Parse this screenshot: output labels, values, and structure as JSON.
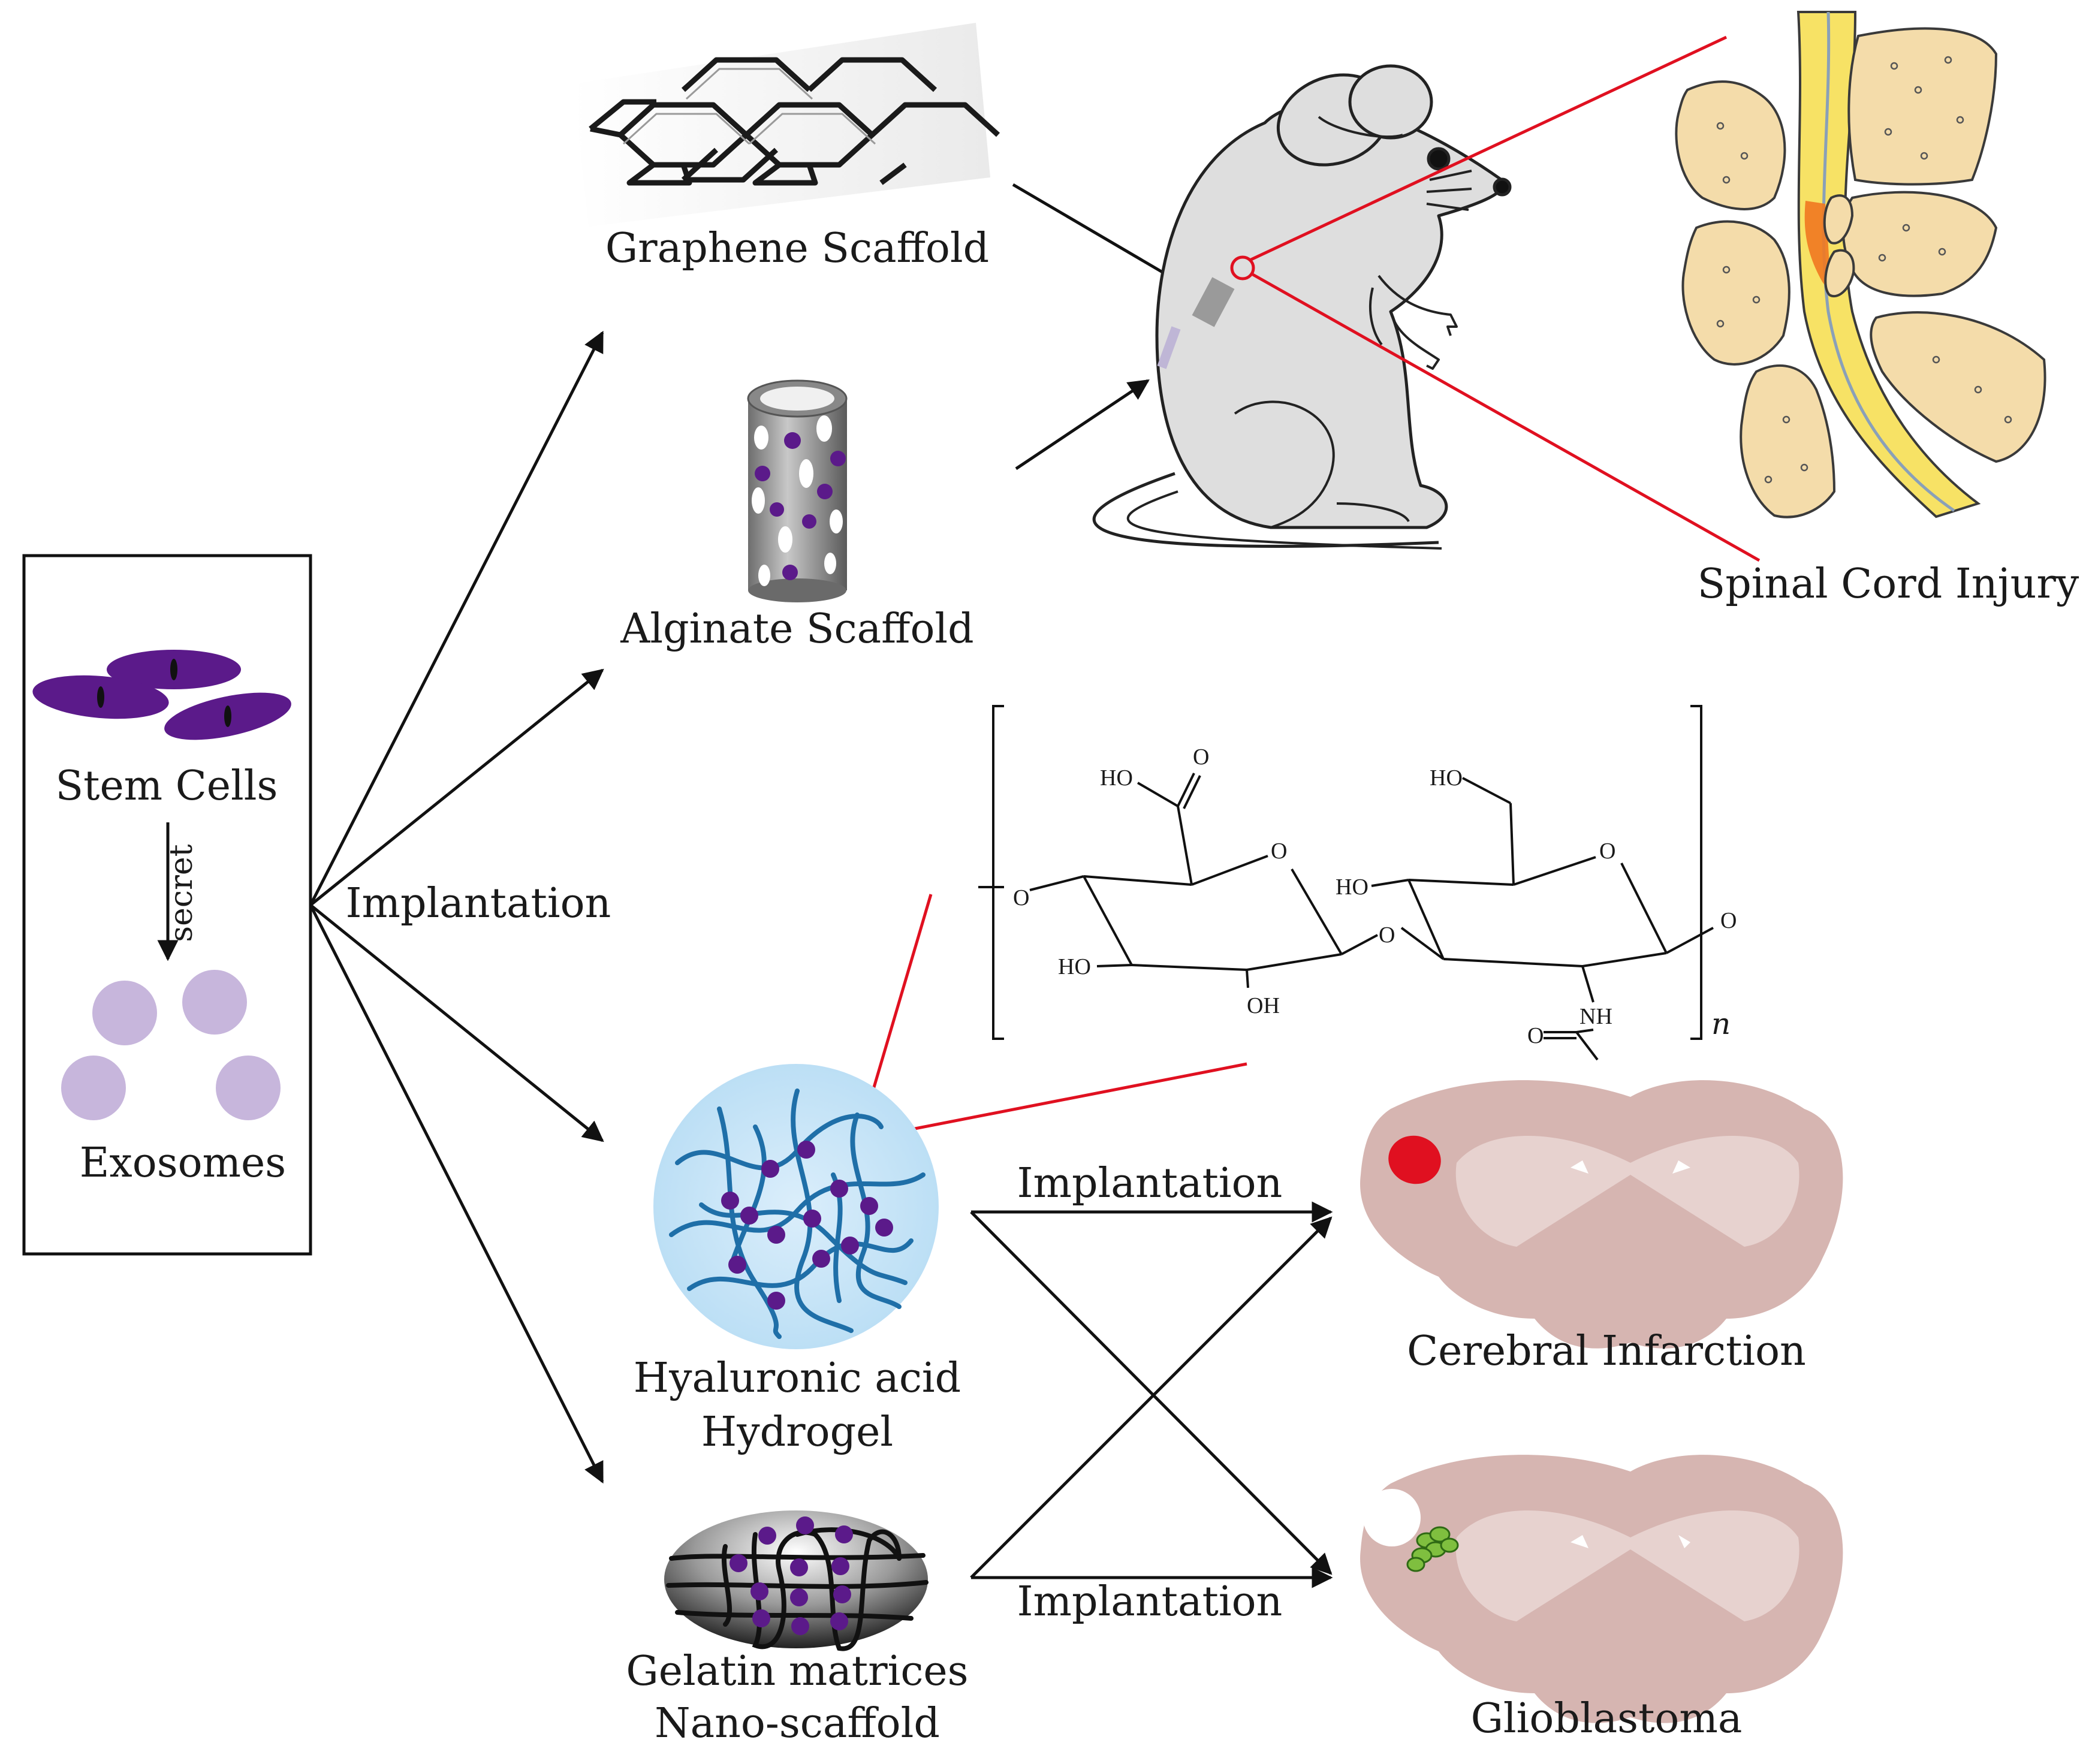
{
  "labels": {
    "stem_cells": "Stem Cells",
    "secret": "secret",
    "exosomes": "Exosomes",
    "implantation_main": "Implantation",
    "graphene": "Graphene Scaffold",
    "alginate": "Alginate Scaffold",
    "hyaluronic_line1": "Hyaluronic acid",
    "hyaluronic_line2": "Hydrogel",
    "gelatin_line1": "Gelatin matrices",
    "gelatin_line2": "Nano-scaffold",
    "spinal": "Spinal Cord Injury",
    "cerebral": "Cerebral Infarction",
    "glioblastoma": "Glioblastoma",
    "implantation_top": "Implantation",
    "implantation_bottom": "Implantation"
  },
  "chem": {
    "ho_acid": "HO",
    "o_acid": "O",
    "o_ring1": "O",
    "o_link_left": "O",
    "ho_c2": "HO",
    "oh_c3": "OH",
    "o_glyco": "O",
    "ho_ch2": "HO",
    "o_ring2": "O",
    "ho_c4": "HO",
    "o_right": "O",
    "nh": "NH",
    "o_amide": "O",
    "n": "n"
  },
  "colors": {
    "purple": "#5b1a8a",
    "exosome": "#c7b6dc",
    "red": "#e01020",
    "brain": "#d6b5b1",
    "bone": "#f4dcaa",
    "cord": "#f7e265",
    "mouse": "#dedede"
  }
}
